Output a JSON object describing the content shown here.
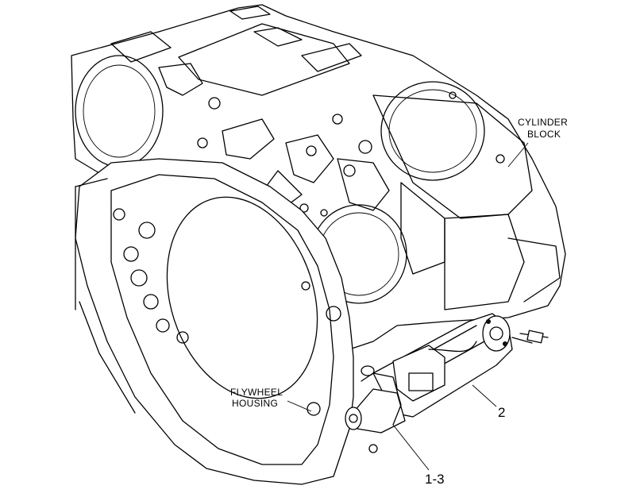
{
  "figure": {
    "labels": {
      "cylinder_block_line1": "CYLINDER",
      "cylinder_block_line2": "BLOCK",
      "flywheel_housing_line1": "FLYWHEEL",
      "flywheel_housing_line2": "HOUSING"
    },
    "callouts": {
      "callout_a": "1-3",
      "callout_b": "2"
    }
  }
}
